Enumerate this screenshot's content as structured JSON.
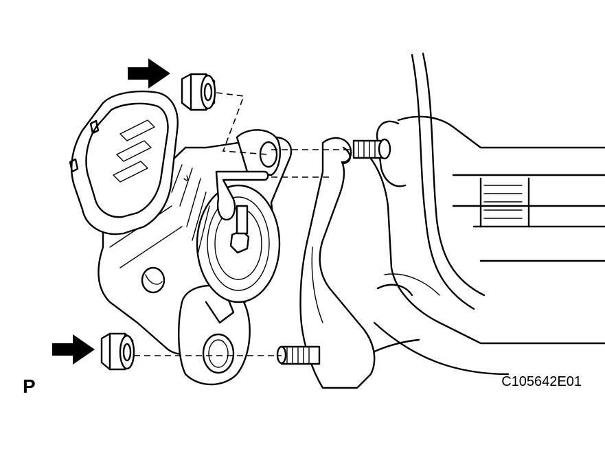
{
  "view_label": "P",
  "figure_code": "C105642E01",
  "colors": {
    "line": "#000000",
    "background": "#ffffff",
    "arrow_fill": "#000000"
  },
  "callouts": [
    {
      "icon": "arrow-right-icon",
      "target": "upper-nut"
    },
    {
      "icon": "arrow-right-icon",
      "target": "lower-nut"
    }
  ]
}
